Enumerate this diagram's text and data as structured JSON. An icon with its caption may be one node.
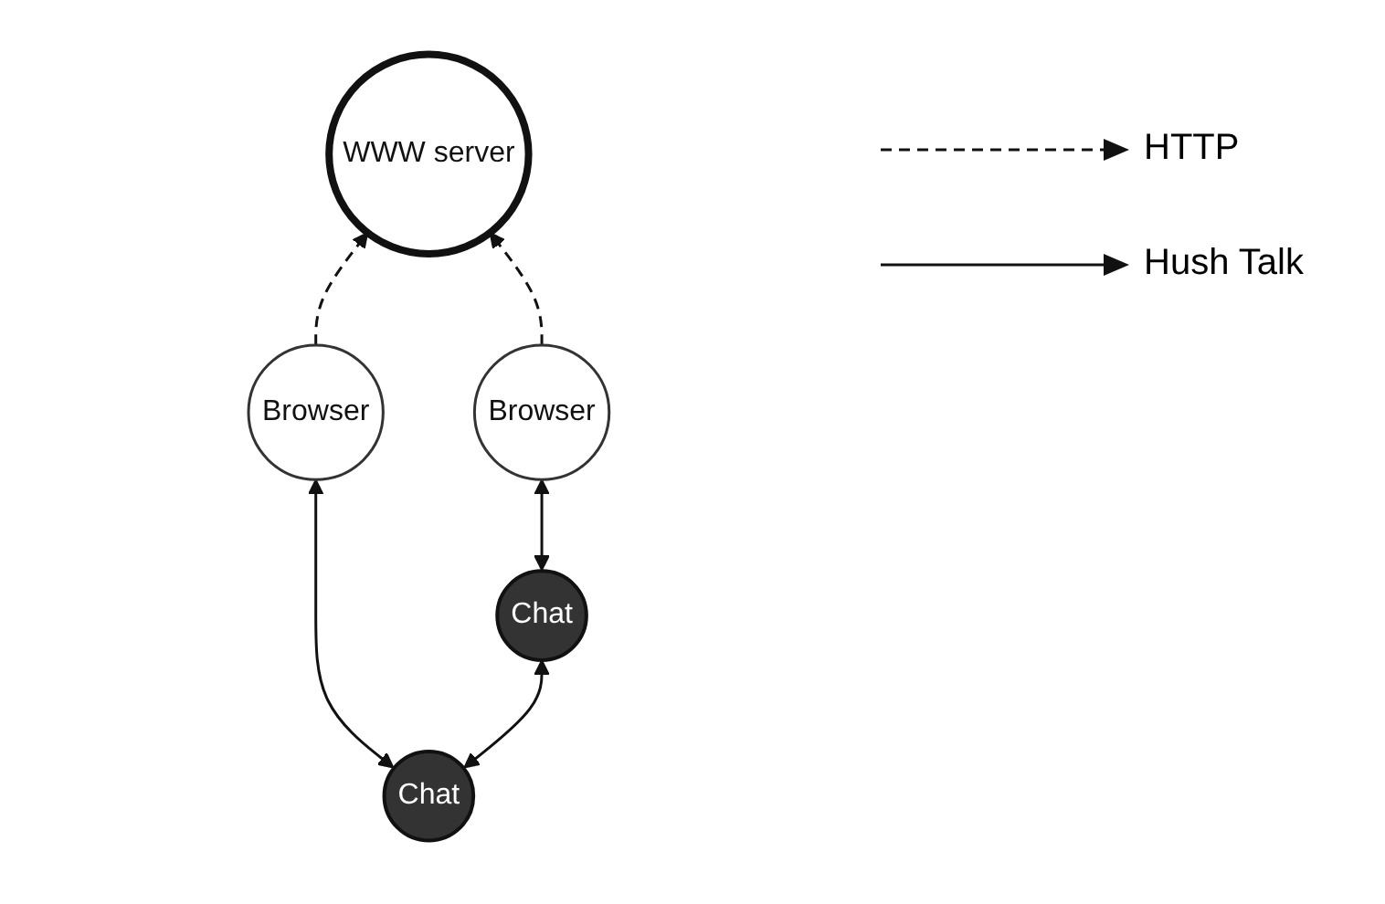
{
  "diagram": {
    "nodes": [
      {
        "text": [
          "WWW server"
        ]
      },
      {
        "text": [
          "Browser"
        ]
      },
      {
        "text": [
          "Browser"
        ]
      },
      {
        "text": [
          "Chat"
        ]
      },
      {
        "text": [
          "Chat"
        ]
      }
    ],
    "edges": [
      {
        "from": 1,
        "to": 0,
        "arrow": "to",
        "style": "dashed"
      },
      {
        "from": 2,
        "to": 0,
        "arrow": "to",
        "style": "dashed"
      },
      {
        "from": 3,
        "to": 1,
        "arrow": "both"
      },
      {
        "from": 4,
        "to": 2,
        "arrow": "both"
      },
      {
        "from": 3,
        "to": 4,
        "arrow": "both"
      }
    ],
    "legend": [
      {
        "text": "HTTP"
      },
      {
        "text": "Hush Talk"
      }
    ]
  }
}
